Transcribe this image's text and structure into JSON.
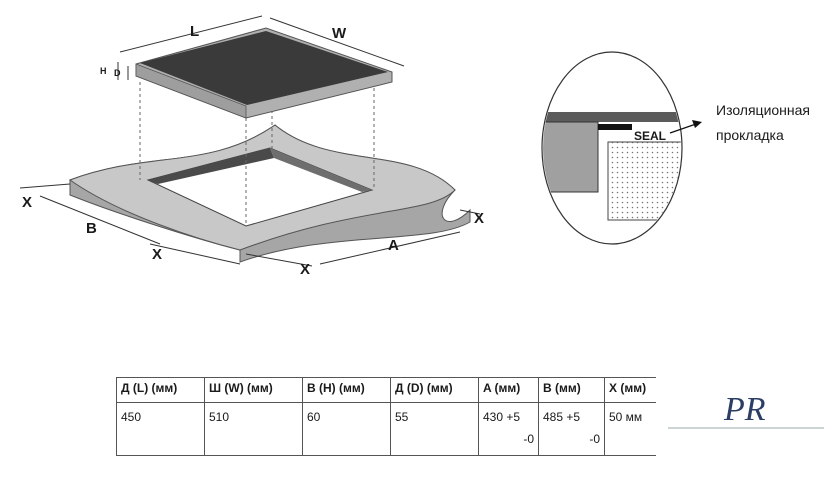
{
  "diagram": {
    "labels": {
      "L": "L",
      "W": "W",
      "H": "H",
      "D": "D",
      "A": "A",
      "B": "B",
      "X": "X",
      "seal": "SEAL"
    },
    "callout_lines": [
      "Изоляционная",
      "прокладка"
    ]
  },
  "spec_table": {
    "headers": [
      "Д (L) (мм)",
      "Ш (W) (мм)",
      "В (H) (мм)",
      "Д (D) (мм)",
      "A (мм)",
      "B (мм)",
      "X (мм)"
    ],
    "row": [
      [
        "450"
      ],
      [
        "510"
      ],
      [
        "60"
      ],
      [
        "55"
      ],
      [
        "430 +5",
        "-0"
      ],
      [
        "485 +5",
        "-0"
      ],
      [
        "50 мм"
      ]
    ]
  },
  "logo": {
    "text": "PR"
  },
  "colors": {
    "glass": "#3a3a3a",
    "counter": "#bdbdbd",
    "counter_top": "#c9c9c9",
    "seal": "#111111",
    "frame": "#a8a8a8"
  }
}
